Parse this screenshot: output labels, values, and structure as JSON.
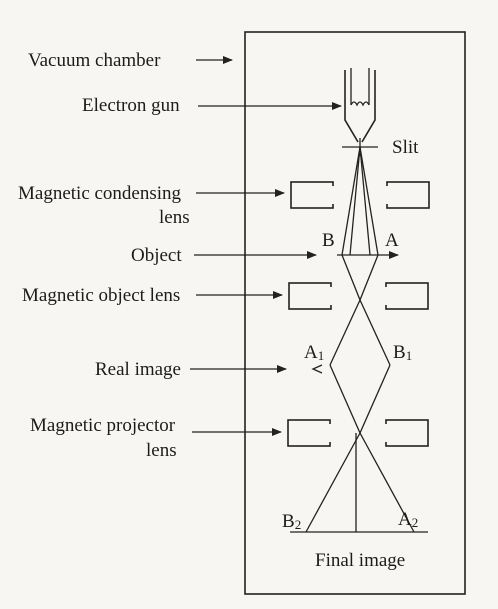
{
  "labels": {
    "vacuum_chamber": "Vacuum chamber",
    "electron_gun": "Electron gun",
    "slit": "Slit",
    "condensing_lens_line1": "Magnetic condensing",
    "condensing_lens_line2": "lens",
    "object": "Object",
    "object_lens": "Magnetic object lens",
    "real_image": "Real image",
    "projector_lens_line1": "Magnetic projector",
    "projector_lens_line2": "lens",
    "final_image": "Final image"
  },
  "points": {
    "A": "A",
    "B": "B",
    "A1_letter": "A",
    "A1_sub": "1",
    "B1_letter": "B",
    "B1_sub": "1",
    "A2_letter": "A",
    "A2_sub": "2",
    "B2_letter": "B",
    "B2_sub": "2"
  }
}
